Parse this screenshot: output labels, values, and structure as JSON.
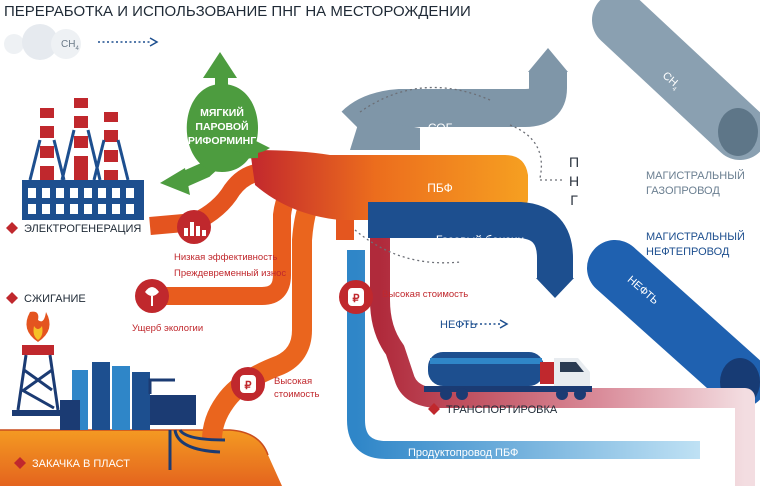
{
  "title": "ПЕРЕРАБОТКА И ИСПОЛЬЗОВАНИЕ ПНГ НА МЕСТОРОЖДЕНИИ",
  "top_left_label": {
    "main": "CH",
    "sub": "4"
  },
  "pipe_ch4": {
    "main": "CH",
    "sub": "4"
  },
  "pipe_oil": "НЕФТЬ",
  "steam": [
    "МЯГКИЙ",
    "ПАРОВОЙ",
    "РИФОРМИНГ"
  ],
  "streams": {
    "sog": "СОГ",
    "pbf": "ПБФ",
    "gasoline": "Газовый бензин",
    "oil": "НЕФТЬ"
  },
  "png_letters": [
    "П",
    "Н",
    "Г"
  ],
  "right_labels": {
    "gas_pipeline": [
      "МАГИСТРАЛЬНЫЙ",
      "ГАЗОПРОВОД"
    ],
    "oil_pipeline": [
      "МАГИСТРАЛЬНЫЙ",
      "НЕФТЕПРОВОД"
    ]
  },
  "uses": {
    "power": "ЭЛЕКТРОГЕНЕРАЦИЯ",
    "flaring": "СЖИГАНИЕ",
    "injection": "ЗАКАЧКА В ПЛАСТ",
    "transport": "ТРАНСПОРТИРОВКА",
    "product_pipeline": "Продуктопровод ПБФ"
  },
  "notes": {
    "low_efficiency": "Низкая эффективность",
    "premature_wear": "Преждевременный износ",
    "eco_damage": "Ущерб экологии",
    "high_cost_1": [
      "Высокая",
      "стоимость"
    ],
    "high_cost_2": "Высокая стоимость"
  },
  "colors": {
    "orange": "#f08a1e",
    "grey_blue": "#7f96a8",
    "blue_dark": "#1d4f8f",
    "blue_mid": "#2f86c8",
    "blue_light": "#4aa7dd",
    "green": "#4d9c3f",
    "red": "#c0282d",
    "pink": "#d9a7b0",
    "navy": "#1b3b73",
    "ground": "#f08a1e"
  }
}
